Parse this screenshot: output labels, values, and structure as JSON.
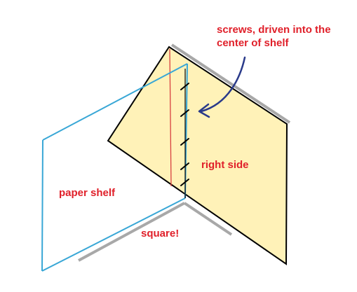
{
  "labels": {
    "annotation_line1": "screws, driven into the",
    "annotation_line2": "center of shelf",
    "right_side": "right side",
    "paper_shelf": "paper shelf",
    "square": "square!"
  },
  "colors": {
    "label_text": "#e0202a",
    "panel_fill": "#fff2b8",
    "panel_outline": "#000000",
    "shelf_outline": "#39a7d6",
    "shadow": "#a8a8a8",
    "center_line": "#d84040",
    "arrow": "#2a3a8a",
    "screw": "#000000"
  },
  "screw_count": 5
}
